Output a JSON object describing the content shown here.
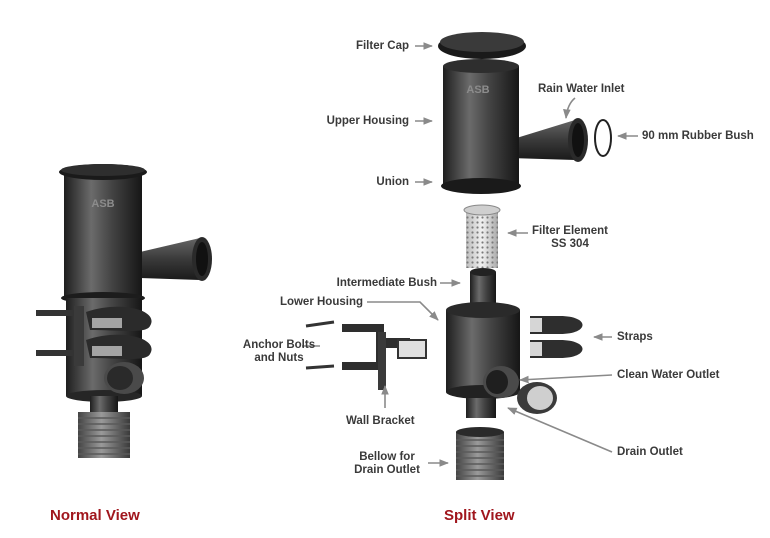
{
  "brand": {
    "logo_text": "ASB"
  },
  "captions": {
    "normal_view": "Normal View",
    "split_view": "Split View"
  },
  "labels": {
    "filter_cap": "Filter Cap",
    "upper_housing": "Upper Housing",
    "union": "Union",
    "rain_water_inlet": "Rain Water Inlet",
    "rubber_bush": "90 mm Rubber Bush",
    "filter_element_line1": "Filter Element",
    "filter_element_line2": "SS 304",
    "intermediate_bush": "Intermediate Bush",
    "lower_housing": "Lower Housing",
    "anchor_bolts_line1": "Anchor Bolts",
    "anchor_bolts_line2": "and Nuts",
    "straps": "Straps",
    "clean_water_outlet": "Clean Water Outlet",
    "wall_bracket": "Wall Bracket",
    "drain_outlet": "Drain Outlet",
    "bellow_line1": "Bellow for",
    "bellow_line2": "Drain Outlet"
  },
  "colors": {
    "label_text": "#3a3a3a",
    "caption_text": "#a0161d",
    "arrow": "#8a8a8a",
    "body": "#3d3d3d"
  }
}
